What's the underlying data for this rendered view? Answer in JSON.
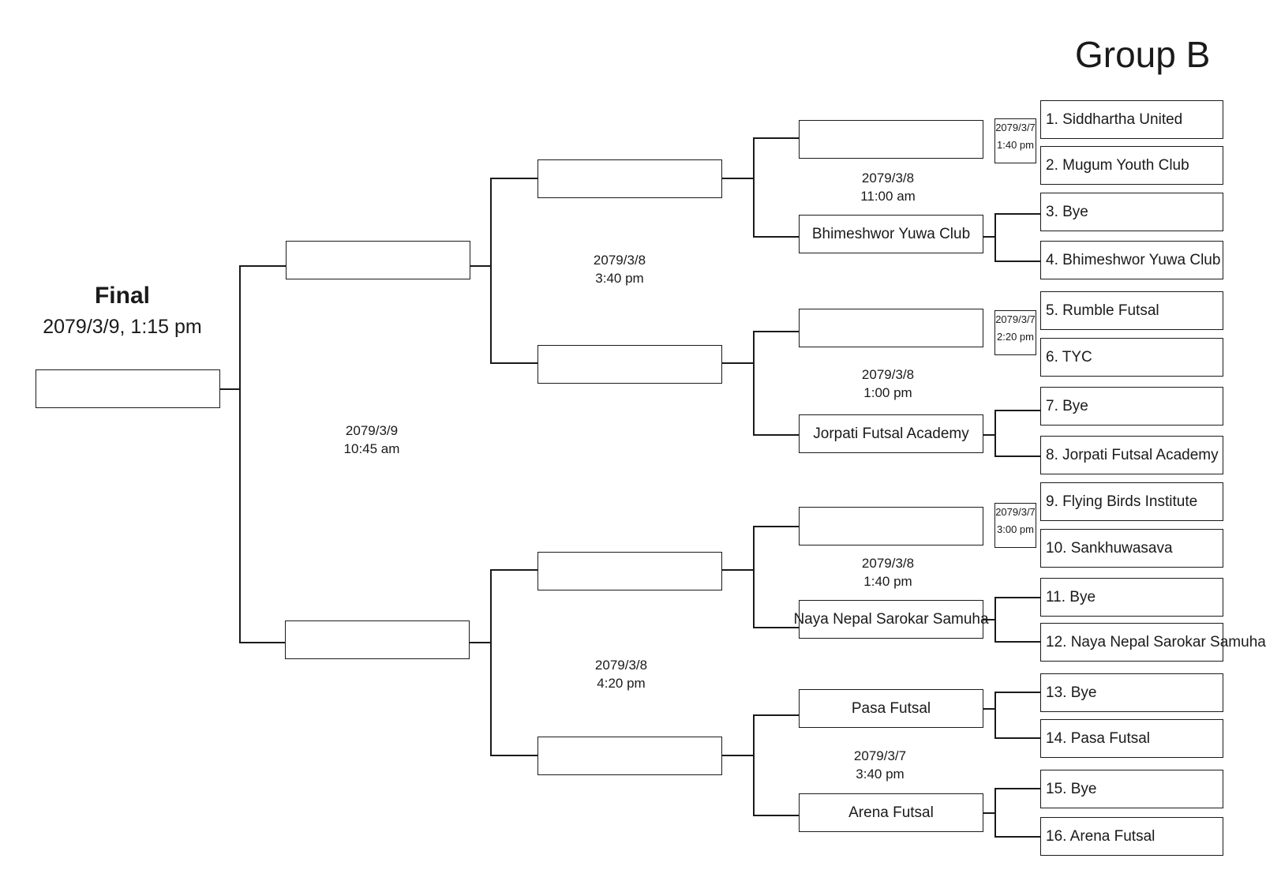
{
  "header": {
    "title": "Group B"
  },
  "final": {
    "label": "Final",
    "date": "2079/3/9, 1:15 pm",
    "winner": ""
  },
  "round1": {
    "teams": [
      "1. Siddhartha United",
      "2. Mugum Youth Club",
      "3. Bye",
      "4. Bhimeshwor Yuwa Club",
      "5. Rumble Futsal",
      "6. TYC",
      "7. Bye",
      "8. Jorpati Futsal Academy",
      "9. Flying Birds Institute",
      "10. Sankhuwasava",
      "11. Bye",
      "12. Naya Nepal Sarokar Samuha",
      "13. Bye",
      "14. Pasa Futsal",
      "15. Bye",
      "16. Arena Futsal"
    ],
    "match_dates": [
      {
        "date": "2079/3/7",
        "time": "1:40 pm"
      },
      {
        "date": "2079/3/7",
        "time": "2:20 pm"
      },
      {
        "date": "2079/3/7",
        "time": "3:00 pm"
      }
    ]
  },
  "round2": {
    "slots": [
      "",
      "Bhimeshwor Yuwa Club",
      "",
      "Jorpati Futsal Academy",
      "",
      "Naya Nepal Sarokar Samuha",
      "Pasa Futsal",
      "Arena Futsal"
    ],
    "match_dates": [
      {
        "date": "2079/3/8",
        "time": "11:00 am"
      },
      {
        "date": "2079/3/8",
        "time": "1:00 pm"
      },
      {
        "date": "2079/3/8",
        "time": "1:40 pm"
      },
      {
        "date": "2079/3/7",
        "time": "3:40 pm"
      }
    ]
  },
  "quarterfinal": {
    "slots": [
      "",
      "",
      "",
      ""
    ],
    "match_dates": [
      {
        "date": "2079/3/8",
        "time": "3:40 pm"
      },
      {
        "date": "2079/3/8",
        "time": "4:20 pm"
      }
    ]
  },
  "semifinal": {
    "slots": [
      "",
      ""
    ],
    "match_date": {
      "date": "2079/3/9",
      "time": "10:45 am"
    }
  }
}
